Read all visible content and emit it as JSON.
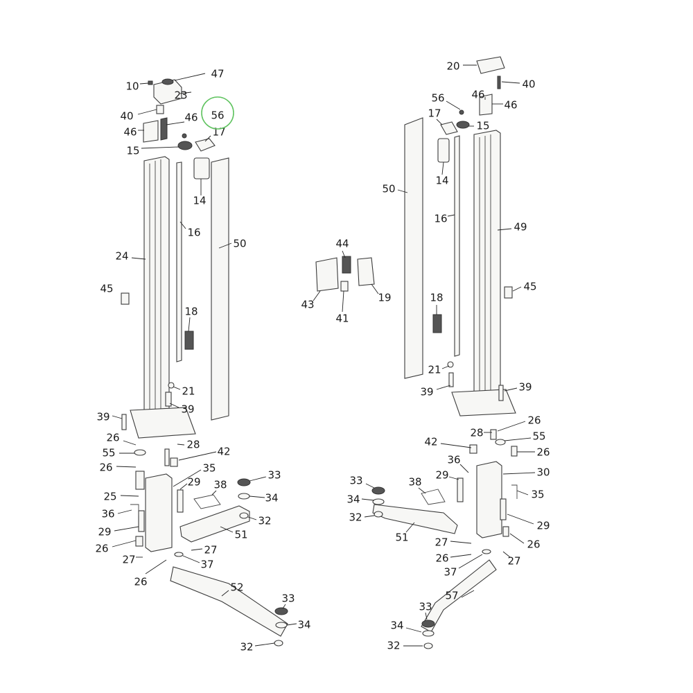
{
  "highlight": {
    "label": "56",
    "color": "#5fc35f"
  },
  "labels": [
    "47",
    "10",
    "23",
    "40",
    "46",
    "56",
    "46",
    "17",
    "15",
    "14",
    "16",
    "50",
    "24",
    "45",
    "18",
    "21",
    "39",
    "39",
    "26",
    "28",
    "42",
    "55",
    "26",
    "35",
    "29",
    "38",
    "33",
    "34",
    "25",
    "36",
    "32",
    "29",
    "51",
    "27",
    "26",
    "27",
    "26",
    "37",
    "52",
    "33",
    "34",
    "32",
    "20",
    "40",
    "56",
    "46",
    "46",
    "17",
    "15",
    "50",
    "14",
    "16",
    "49",
    "44",
    "43",
    "19",
    "41",
    "45",
    "18",
    "21",
    "39",
    "39",
    "26",
    "28",
    "55",
    "42",
    "26",
    "36",
    "30",
    "29",
    "33",
    "38",
    "35",
    "34",
    "32",
    "29",
    "51",
    "27",
    "26",
    "26",
    "37",
    "27",
    "57",
    "33",
    "34",
    "32"
  ]
}
